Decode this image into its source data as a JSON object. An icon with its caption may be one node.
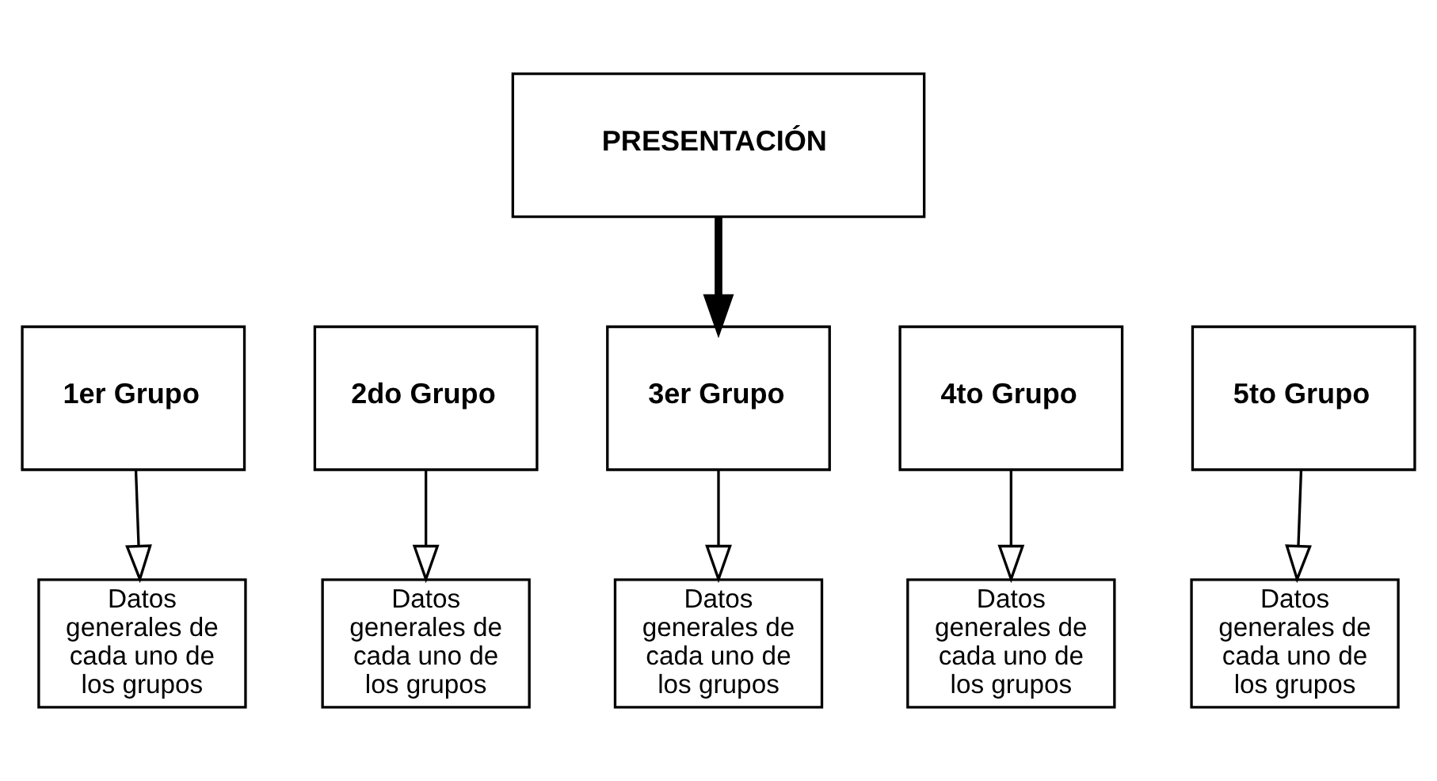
{
  "diagram": {
    "nodes": [
      {
        "text": [
          "PRESENTACIÓN"
        ]
      },
      {
        "text": [
          "1er Grupo"
        ]
      },
      {
        "text": [
          "2do Grupo"
        ]
      },
      {
        "text": [
          "3er Grupo"
        ]
      },
      {
        "text": [
          "4to Grupo"
        ]
      },
      {
        "text": [
          "5to Grupo"
        ]
      },
      {
        "text": [
          "Datos generales de cada uno de los grupos"
        ]
      },
      {
        "text": [
          "Datos generales de cada uno de los grupos"
        ]
      },
      {
        "text": [
          "Datos generales de cada uno de los grupos"
        ]
      },
      {
        "text": [
          "Datos generales de cada uno de los grupos"
        ]
      },
      {
        "text": [
          "Datos generales de cada uno de los grupos"
        ]
      }
    ],
    "edges": [
      {
        "from": 0,
        "to": 3,
        "arrow": "to",
        "style": "thick"
      },
      {
        "from": 1,
        "to": 6,
        "arrow": "to"
      },
      {
        "from": 2,
        "to": 7,
        "arrow": "to"
      },
      {
        "from": 3,
        "to": 8,
        "arrow": "to"
      },
      {
        "from": 4,
        "to": 9,
        "arrow": "to"
      },
      {
        "from": 5,
        "to": 10,
        "arrow": "to"
      }
    ]
  }
}
